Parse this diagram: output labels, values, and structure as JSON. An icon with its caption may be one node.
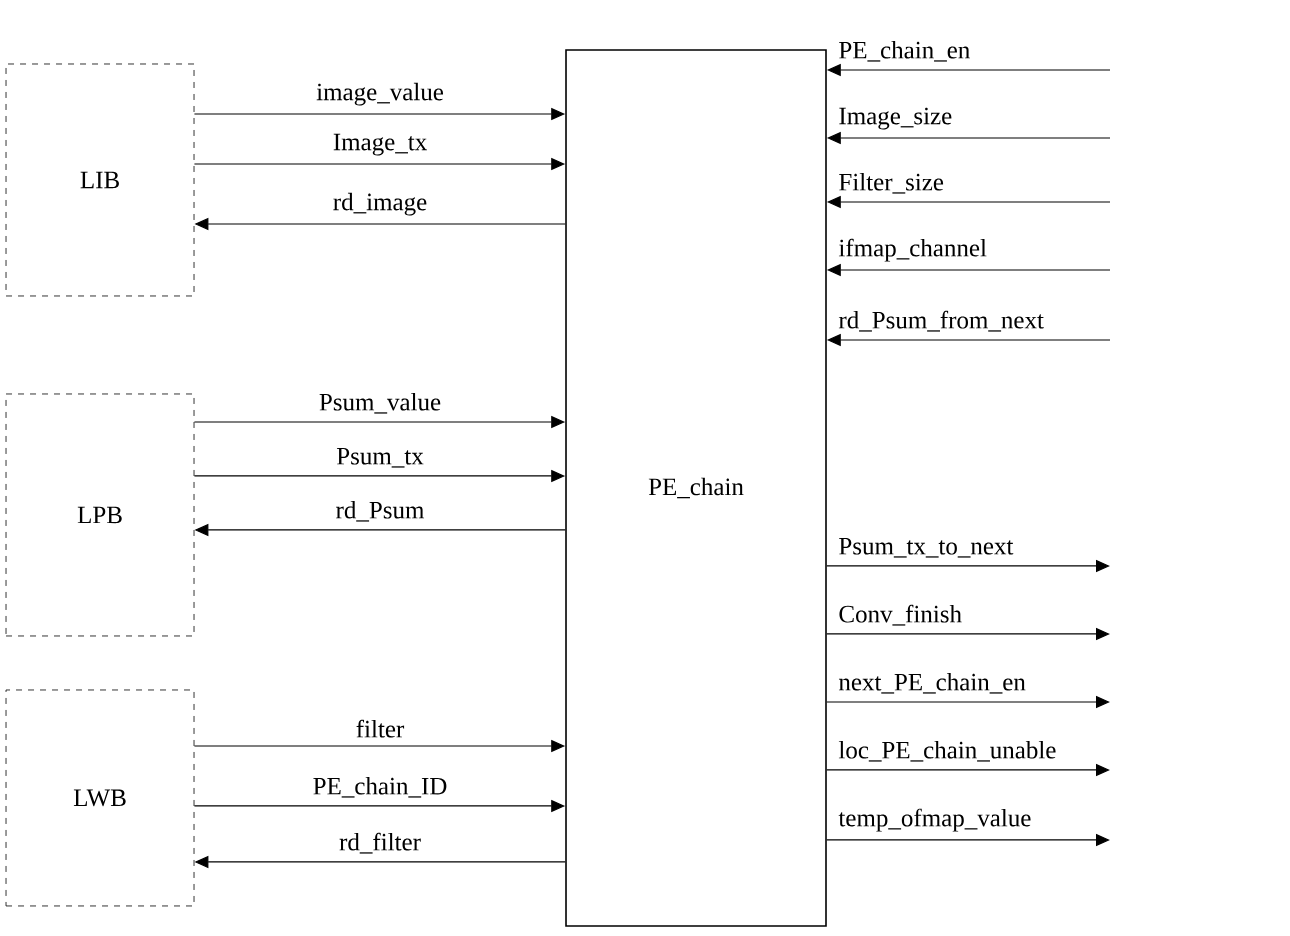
{
  "diagram": {
    "nodes": [
      {
        "text": [
          "LIB"
        ]
      },
      {
        "text": [
          "LPB"
        ]
      },
      {
        "text": [
          "LWB"
        ]
      },
      {
        "text": [
          "PE_chain"
        ]
      }
    ],
    "edges": [
      {
        "from": 0,
        "to": 3,
        "arrow": "to",
        "label": "image_value"
      },
      {
        "from": 0,
        "to": 3,
        "arrow": "to",
        "label": "Image_tx"
      },
      {
        "from": 3,
        "to": 0,
        "arrow": "to",
        "label": "rd_image"
      },
      {
        "from": 1,
        "to": 3,
        "arrow": "to",
        "label": "Psum_value"
      },
      {
        "from": 1,
        "to": 3,
        "arrow": "to",
        "label": "Psum_tx"
      },
      {
        "from": 3,
        "to": 1,
        "arrow": "to",
        "label": "rd_Psum"
      },
      {
        "from": 2,
        "to": 3,
        "arrow": "to",
        "label": "filter"
      },
      {
        "from": 2,
        "to": 3,
        "arrow": "to",
        "label": "PE_chain_ID"
      },
      {
        "from": 3,
        "to": 2,
        "arrow": "to",
        "label": "rd_filter"
      },
      {
        "from": null,
        "to": 3,
        "arrow": "to",
        "label": "PE_chain_en"
      },
      {
        "from": null,
        "to": 3,
        "arrow": "to",
        "label": "Image_size"
      },
      {
        "from": null,
        "to": 3,
        "arrow": "to",
        "label": "Filter_size"
      },
      {
        "from": null,
        "to": 3,
        "arrow": "to",
        "label": "ifmap_channel"
      },
      {
        "from": null,
        "to": 3,
        "arrow": "to",
        "label": "rd_Psum_from_next"
      },
      {
        "from": 3,
        "to": null,
        "arrow": "to",
        "label": "Psum_tx_to_next"
      },
      {
        "from": 3,
        "to": null,
        "arrow": "to",
        "label": "Conv_finish"
      },
      {
        "from": 3,
        "to": null,
        "arrow": "to",
        "label": "next_PE_chain_en"
      },
      {
        "from": 3,
        "to": null,
        "arrow": "to",
        "label": "loc_PE_chain_unable"
      },
      {
        "from": 3,
        "to": null,
        "arrow": "to",
        "label": "temp_ofmap_value"
      }
    ]
  }
}
